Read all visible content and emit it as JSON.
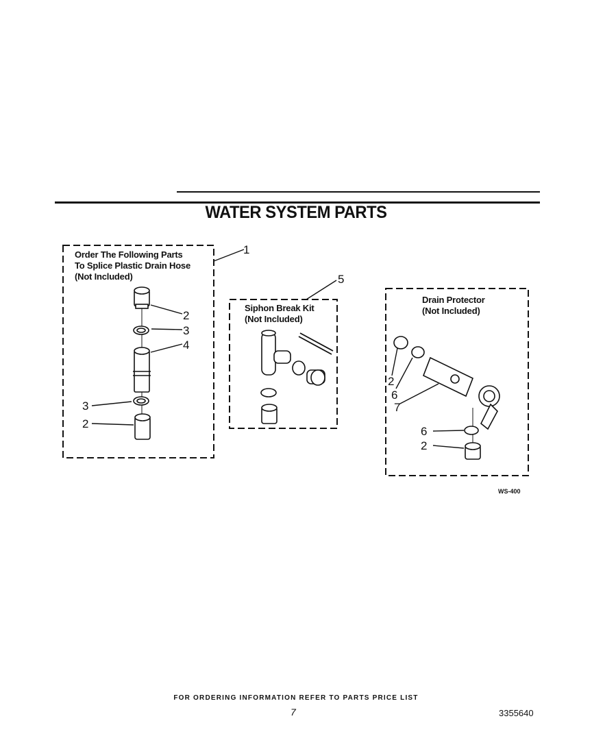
{
  "title": "WATER SYSTEM PARTS",
  "box_splice": {
    "label_line1": "Order The Following Parts",
    "label_line2": "To Splice Plastic Drain Hose",
    "label_line3": "(Not Included)",
    "callout": "1"
  },
  "box_siphon": {
    "label_line1": "Siphon Break Kit",
    "label_line2": "(Not Included)",
    "callout": "5"
  },
  "box_drain": {
    "label_line1": "Drain Protector",
    "label_line2": "(Not Included)"
  },
  "callouts": {
    "splice_2_top": "2",
    "splice_3_top": "3",
    "splice_4": "4",
    "splice_3_bottom": "3",
    "splice_2_bottom": "2",
    "drain_2_left": "2",
    "drain_6_left": "6",
    "drain_7": "7",
    "drain_6_right": "6",
    "drain_2_right": "2"
  },
  "figure_code": "WS-400",
  "footer_note": "FOR ORDERING INFORMATION REFER TO PARTS PRICE LIST",
  "page_number": "7",
  "document_number": "3355640"
}
